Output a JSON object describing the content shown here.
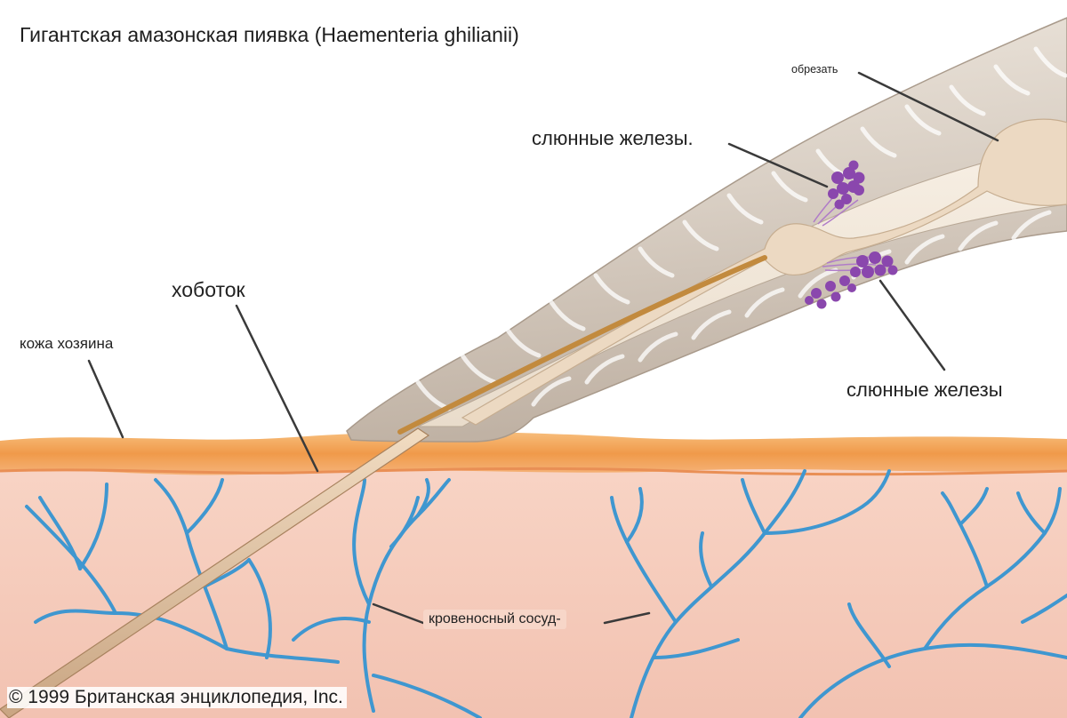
{
  "title": "Гигантская амазонская пиявка (Haementeria ghilianii)",
  "labels": {
    "proboscis": "хоботок",
    "host_skin": "кожа хозяина",
    "cut": "обрезать",
    "salivary_glands_top": "слюнные железы.",
    "salivary_glands_bottom": "слюнные железы",
    "blood_vessel": "кровеносный сосуд-"
  },
  "copyright": "© 1999 Британская энциклопедия, Inc.",
  "colors": {
    "background": "#ffffff",
    "skin_surface": "#f2a85e",
    "tissue": "#f6cdbd",
    "vessel": "#3f97d0",
    "leech_body": "#d7cdc3",
    "proboscis": "#c28a3e",
    "glands": "#8a47ad"
  }
}
